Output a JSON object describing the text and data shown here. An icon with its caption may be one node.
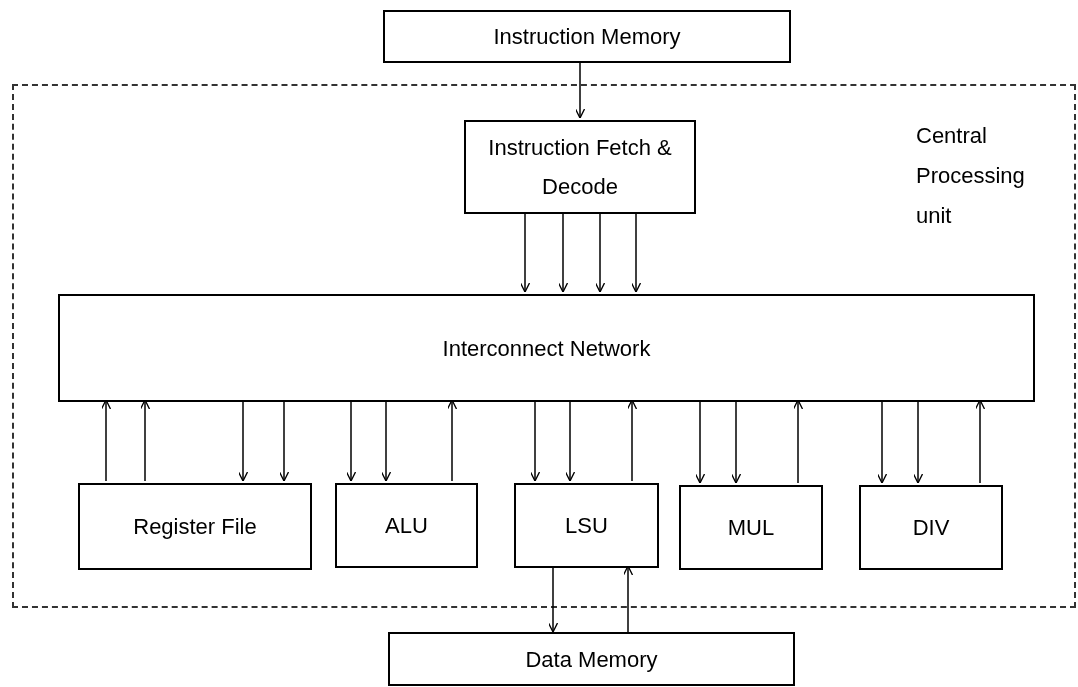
{
  "diagram": {
    "nodes": [
      {
        "text": [
          "Instruction Memory"
        ]
      },
      {
        "text": [
          "Central Processing unit"
        ]
      },
      {
        "text": [
          "Instruction Fetch & Decode"
        ],
        "in": 1
      },
      {
        "text": [
          "Interconnect Network"
        ],
        "in": 1
      },
      {
        "text": [
          "Register File"
        ],
        "in": 1
      },
      {
        "text": [
          "ALU"
        ],
        "in": 1
      },
      {
        "text": [
          "LSU"
        ],
        "in": 1
      },
      {
        "text": [
          "MUL"
        ],
        "in": 1
      },
      {
        "text": [
          "DIV"
        ],
        "in": 1
      },
      {
        "text": [
          "Data Memory"
        ]
      }
    ],
    "edges": [
      {
        "from": 0,
        "to": 2,
        "arrow": "to"
      },
      {
        "from": 2,
        "to": 3,
        "arrow": "to"
      },
      {
        "from": 2,
        "to": 3,
        "arrow": "to"
      },
      {
        "from": 2,
        "to": 3,
        "arrow": "to"
      },
      {
        "from": 2,
        "to": 3,
        "arrow": "to"
      },
      {
        "from": 4,
        "to": 3,
        "arrow": "to"
      },
      {
        "from": 4,
        "to": 3,
        "arrow": "to"
      },
      {
        "from": 3,
        "to": 4,
        "arrow": "to"
      },
      {
        "from": 3,
        "to": 4,
        "arrow": "to"
      },
      {
        "from": 3,
        "to": 5,
        "arrow": "to"
      },
      {
        "from": 3,
        "to": 5,
        "arrow": "to"
      },
      {
        "from": 5,
        "to": 3,
        "arrow": "to"
      },
      {
        "from": 3,
        "to": 6,
        "arrow": "to"
      },
      {
        "from": 3,
        "to": 6,
        "arrow": "to"
      },
      {
        "from": 6,
        "to": 3,
        "arrow": "to"
      },
      {
        "from": 3,
        "to": 7,
        "arrow": "to"
      },
      {
        "from": 3,
        "to": 7,
        "arrow": "to"
      },
      {
        "from": 7,
        "to": 3,
        "arrow": "to"
      },
      {
        "from": 3,
        "to": 8,
        "arrow": "to"
      },
      {
        "from": 3,
        "to": 8,
        "arrow": "to"
      },
      {
        "from": 8,
        "to": 3,
        "arrow": "to"
      },
      {
        "from": 6,
        "to": 9,
        "arrow": "to"
      },
      {
        "from": 9,
        "to": 6,
        "arrow": "to"
      }
    ]
  }
}
